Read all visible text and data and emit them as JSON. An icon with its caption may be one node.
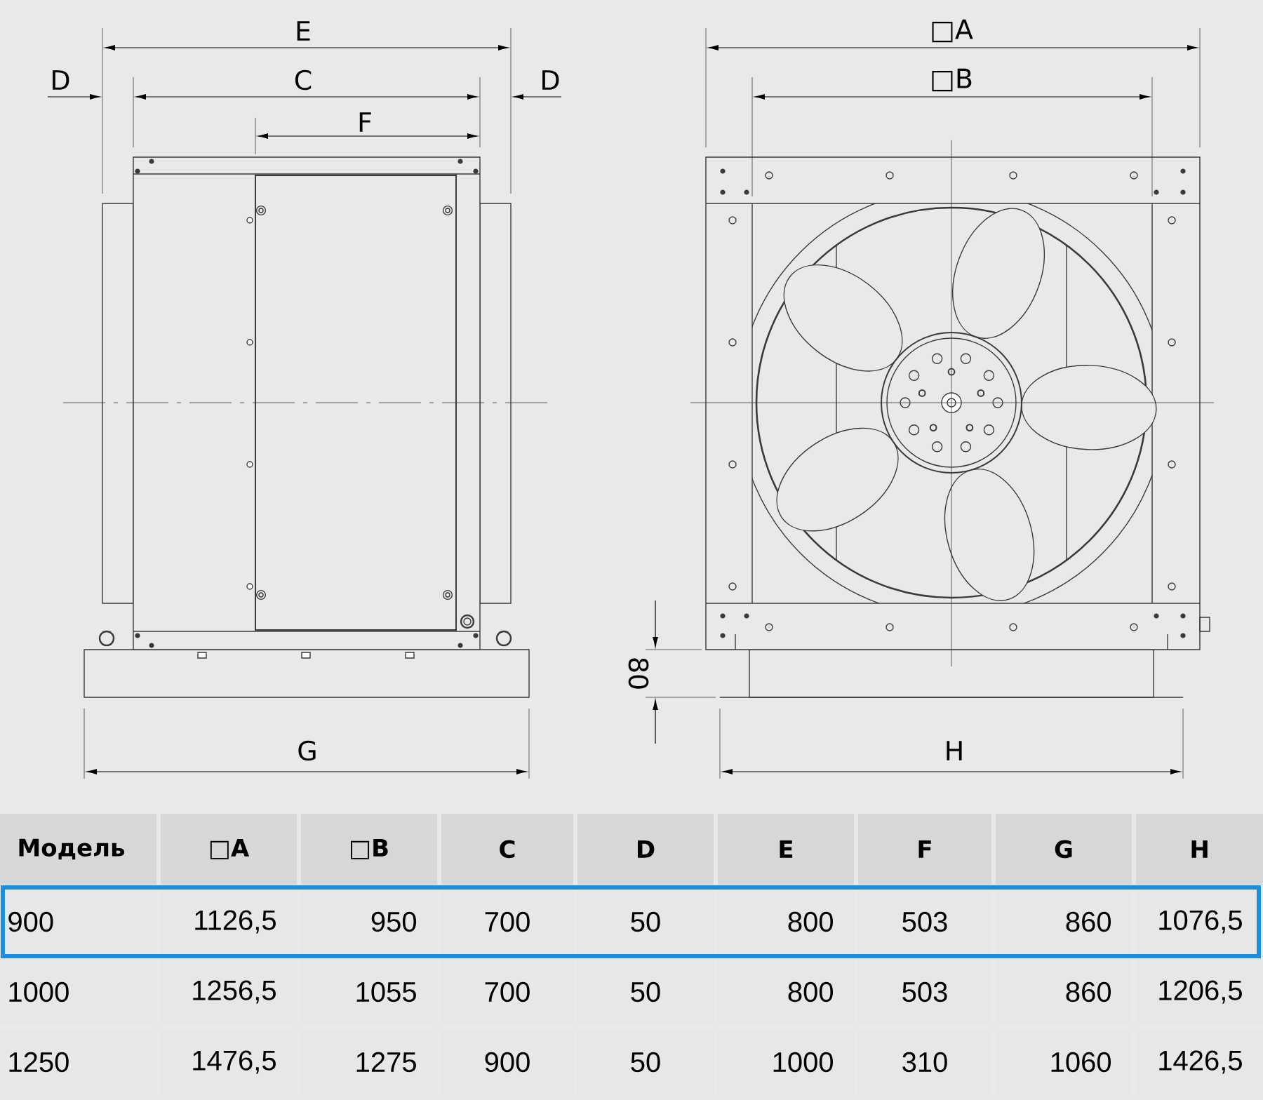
{
  "diagram": {
    "labels": [
      "E",
      "D",
      "C",
      "D",
      "F",
      "□A",
      "□B",
      "80",
      "G",
      "H",
      "Модель",
      "□A",
      "□B",
      "C",
      "D",
      "E",
      "F",
      "G",
      "H",
      "900",
      "1126,5",
      "950",
      "700",
      "50",
      "800",
      "503",
      "860",
      "1076,5",
      "1000",
      "1256,5",
      "1055",
      "700",
      "50",
      "800",
      "503",
      "860",
      "1206,5",
      "1250",
      "1476,5",
      "1275",
      "900",
      "50",
      "1000",
      "310",
      "1060",
      "1426,5"
    ]
  }
}
